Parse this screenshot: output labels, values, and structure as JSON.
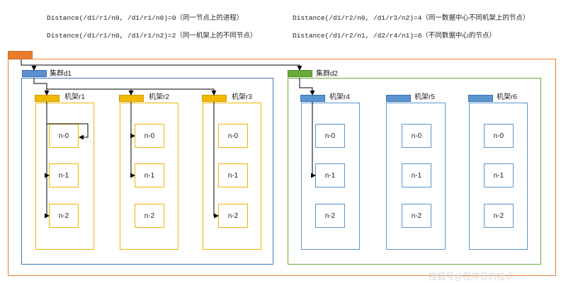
{
  "formulas": [
    "Distance(/d1/r1/n0, /d1/r1/n0)=0（同一节点上的进程）",
    "Distance(/d1/r1/n0, /d1/r1/n2)=2（同一机架上的不同节点）",
    "Distance(/d1/r2/n0, /d1/r3/n2)=4（同一数据中心不同机架上的节点）",
    "Distance(/d1/r2/n1, /d2/r4/n1)=6（不同数据中心的节点）"
  ],
  "clusters": [
    {
      "label": "集群d1",
      "color": "#3a78c2",
      "tab_color": "#5b8fcf",
      "racks": [
        {
          "label": "机架r1",
          "color": "#f0b400",
          "tab_color": "#f2b800",
          "nodes": [
            "n-0",
            "n-1",
            "n-2"
          ]
        },
        {
          "label": "机架r2",
          "color": "#f0b400",
          "tab_color": "#f2b800",
          "nodes": [
            "n-0",
            "n-1",
            "n-2"
          ]
        },
        {
          "label": "机架r3",
          "color": "#f0b400",
          "tab_color": "#f2b800",
          "nodes": [
            "n-0",
            "n-1",
            "n-2"
          ]
        }
      ]
    },
    {
      "label": "集群d2",
      "color": "#6aab3a",
      "tab_color": "#6aab3a",
      "racks": [
        {
          "label": "机架r4",
          "color": "#5b95cf",
          "tab_color": "#5b95cf",
          "nodes": [
            "n-0",
            "n-1",
            "n-2"
          ]
        },
        {
          "label": "机架r5",
          "color": "#5b95cf",
          "tab_color": "#5b95cf",
          "nodes": [
            "n-0",
            "n-1",
            "n-2"
          ]
        },
        {
          "label": "机架r6",
          "color": "#5b95cf",
          "tab_color": "#5b95cf",
          "nodes": [
            "n-0",
            "n-1",
            "n-2"
          ]
        }
      ]
    }
  ],
  "root": {
    "color": "#e97d2d",
    "tab_color": "#e97d2d"
  },
  "watermark": "搜狐号@程序员的技术"
}
